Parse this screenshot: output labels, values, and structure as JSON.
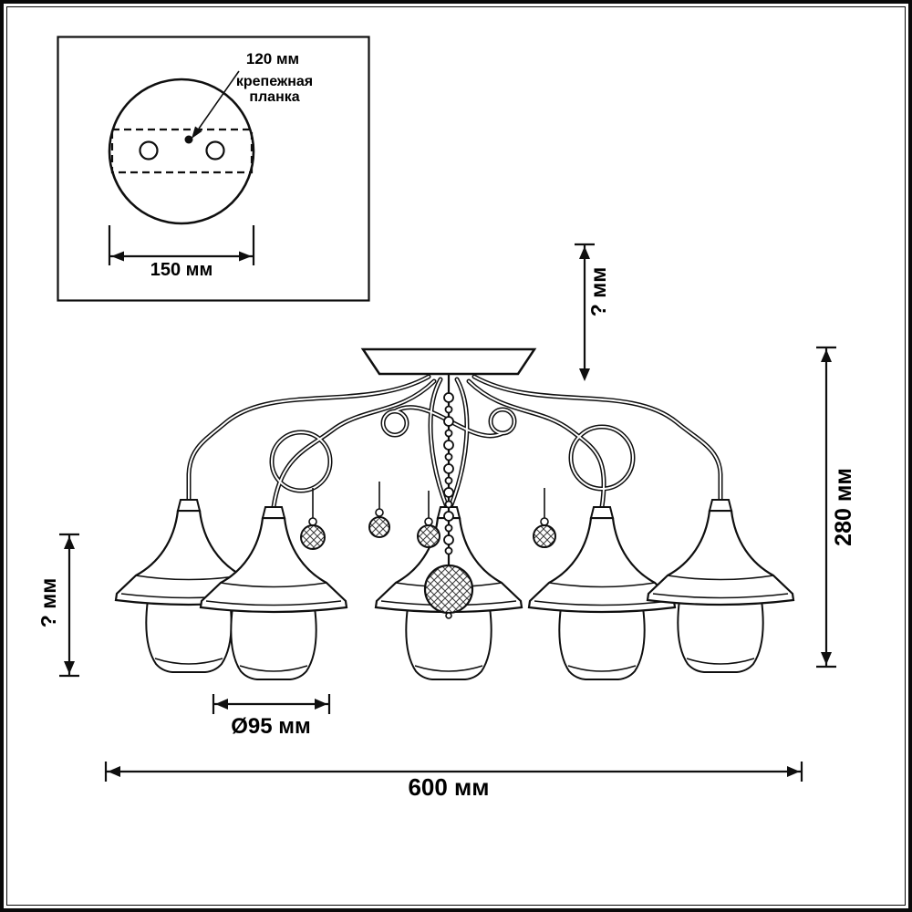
{
  "inset": {
    "holes_spacing": "120 мм",
    "bracket_line1": "крепежная",
    "bracket_line2": "планка",
    "plate_width": "150 мм"
  },
  "dimensions": {
    "canopy_height": "? мм",
    "total_height": "280 мм",
    "shade_height": "? мм",
    "shade_diameter": "Ø95 мм",
    "total_width": "600 мм"
  }
}
